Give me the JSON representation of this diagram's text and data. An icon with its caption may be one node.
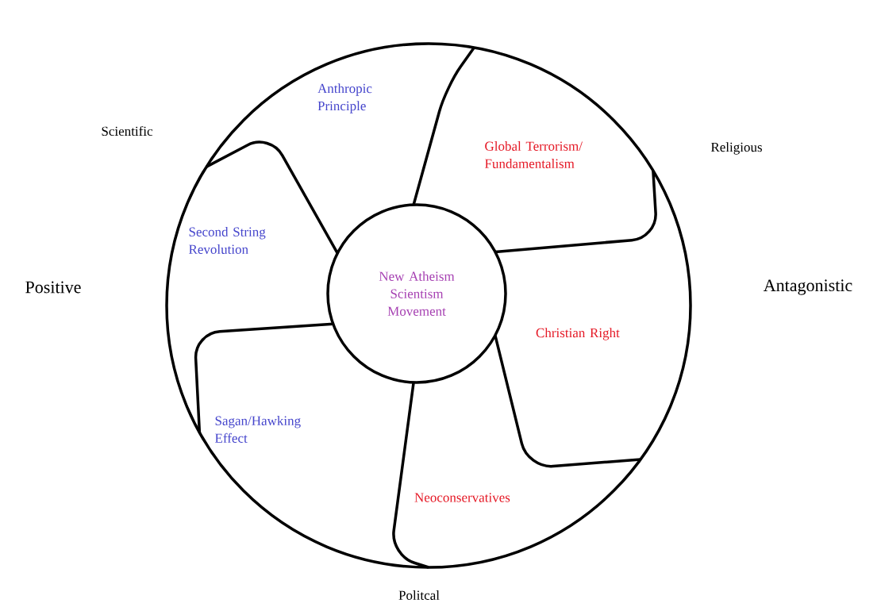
{
  "diagram": {
    "nodes": [
      {
        "text": [],
        "shape": "circle"
      },
      {
        "text": [
          "New Atheism Scientism Movement"
        ],
        "in": 0
      },
      {
        "text": [
          "Anthropic Principle"
        ],
        "in": 0
      },
      {
        "text": [
          "Global Terrorism/ Fundamentalism"
        ],
        "in": 0
      },
      {
        "text": [
          "Second String Revolution"
        ],
        "in": 0
      },
      {
        "text": [
          "Christian Right"
        ],
        "in": 0
      },
      {
        "text": [
          "Sagan/Hawking Effect"
        ],
        "in": 0
      },
      {
        "text": [
          "Neoconservatives"
        ],
        "in": 0
      }
    ],
    "labels": [
      "Scientific",
      "Religious",
      "Positive",
      "Antagonistic",
      "Politcal"
    ]
  }
}
